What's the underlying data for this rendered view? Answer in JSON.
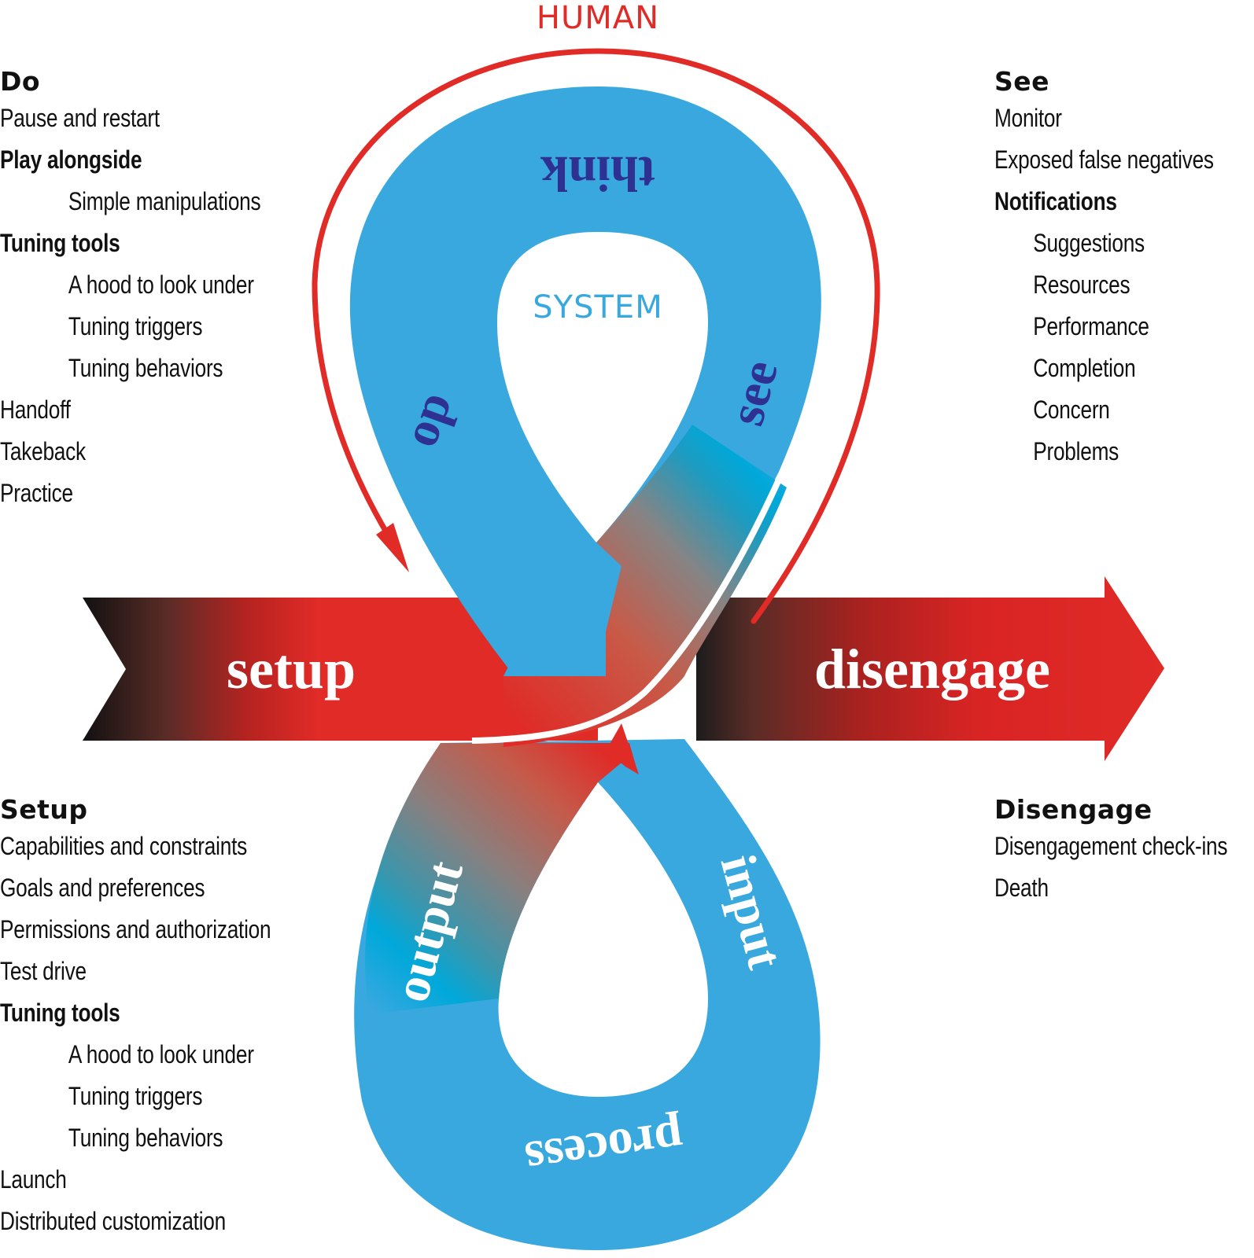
{
  "diagram": {
    "title_top": "HUMAN",
    "center_label": "SYSTEM",
    "loop_labels": {
      "think": "think",
      "do": "do",
      "see": "see",
      "output": "output",
      "input": "input",
      "process": "process"
    },
    "arrows": {
      "setup": "setup",
      "disengage": "disengage"
    },
    "colors": {
      "loop_blue": "#38a8df",
      "human_red": "#e02b27",
      "label_navy": "#2e3192",
      "dark_start": "#1a1a1a"
    }
  },
  "panels": {
    "do": {
      "heading": "Do",
      "items": [
        {
          "text": "Pause and restart",
          "bold": false,
          "indent": false
        },
        {
          "text": "Play alongside",
          "bold": true,
          "indent": false
        },
        {
          "text": "Simple manipulations",
          "bold": false,
          "indent": true
        },
        {
          "text": "Tuning tools",
          "bold": true,
          "indent": false
        },
        {
          "text": "A hood to look under",
          "bold": false,
          "indent": true
        },
        {
          "text": "Tuning triggers",
          "bold": false,
          "indent": true
        },
        {
          "text": "Tuning behaviors",
          "bold": false,
          "indent": true
        },
        {
          "text": "Handoff",
          "bold": false,
          "indent": false
        },
        {
          "text": "Takeback",
          "bold": false,
          "indent": false
        },
        {
          "text": "Practice",
          "bold": false,
          "indent": false
        }
      ]
    },
    "see": {
      "heading": "See",
      "items": [
        {
          "text": "Monitor",
          "bold": false,
          "indent": false
        },
        {
          "text": "Exposed false negatives",
          "bold": false,
          "indent": false
        },
        {
          "text": "Notifications",
          "bold": true,
          "indent": false
        },
        {
          "text": "Suggestions",
          "bold": false,
          "indent": true
        },
        {
          "text": "Resources",
          "bold": false,
          "indent": true
        },
        {
          "text": "Performance",
          "bold": false,
          "indent": true
        },
        {
          "text": "Completion",
          "bold": false,
          "indent": true
        },
        {
          "text": "Concern",
          "bold": false,
          "indent": true
        },
        {
          "text": "Problems",
          "bold": false,
          "indent": true
        }
      ]
    },
    "setup": {
      "heading": "Setup",
      "items": [
        {
          "text": "Capabilities and constraints",
          "bold": false,
          "indent": false
        },
        {
          "text": "Goals and preferences",
          "bold": false,
          "indent": false
        },
        {
          "text": "Permissions and authorization",
          "bold": false,
          "indent": false
        },
        {
          "text": "Test drive",
          "bold": false,
          "indent": false
        },
        {
          "text": "Tuning tools",
          "bold": true,
          "indent": false
        },
        {
          "text": "A hood to look under",
          "bold": false,
          "indent": true
        },
        {
          "text": "Tuning triggers",
          "bold": false,
          "indent": true
        },
        {
          "text": "Tuning behaviors",
          "bold": false,
          "indent": true
        },
        {
          "text": "Launch",
          "bold": false,
          "indent": false
        },
        {
          "text": "Distributed customization",
          "bold": false,
          "indent": false
        }
      ]
    },
    "disengage": {
      "heading": "Disengage",
      "items": [
        {
          "text": "Disengagement check-ins",
          "bold": false,
          "indent": false
        },
        {
          "text": "Death",
          "bold": false,
          "indent": false
        }
      ]
    }
  }
}
